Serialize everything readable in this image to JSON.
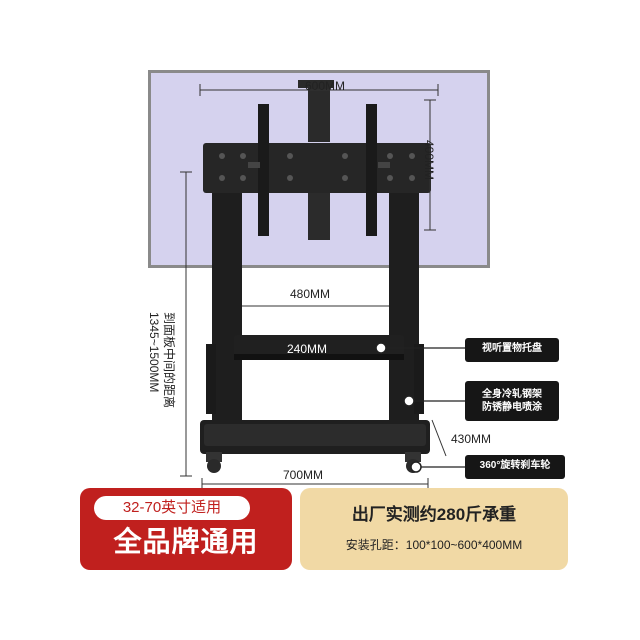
{
  "dimensions": {
    "mount_width": "600MM",
    "mount_height": "400MM",
    "column_spacing": "480MM",
    "shelf_width": "240MM",
    "base_depth": "430MM",
    "base_width": "700MM",
    "height_line1": "到面板中间的距离",
    "height_line2": "1345~1500MM"
  },
  "callouts": {
    "shelf": "视听置物托盘",
    "frame_line1": "全身冷轧钢架",
    "frame_line2": "防锈静电喷涂",
    "wheel": "360°旋转刹车轮"
  },
  "banner_left": {
    "pill": "32-70英寸适用",
    "title": "全品牌通用"
  },
  "banner_right": {
    "title": "出厂实测约280斤承重",
    "subtitle": "安装孔距：100*100~600*400MM"
  },
  "colors": {
    "screen": "#d5d2ee",
    "steel": "#1c1c1c",
    "red": "#c0201e",
    "gold": "#f1d9a5"
  }
}
